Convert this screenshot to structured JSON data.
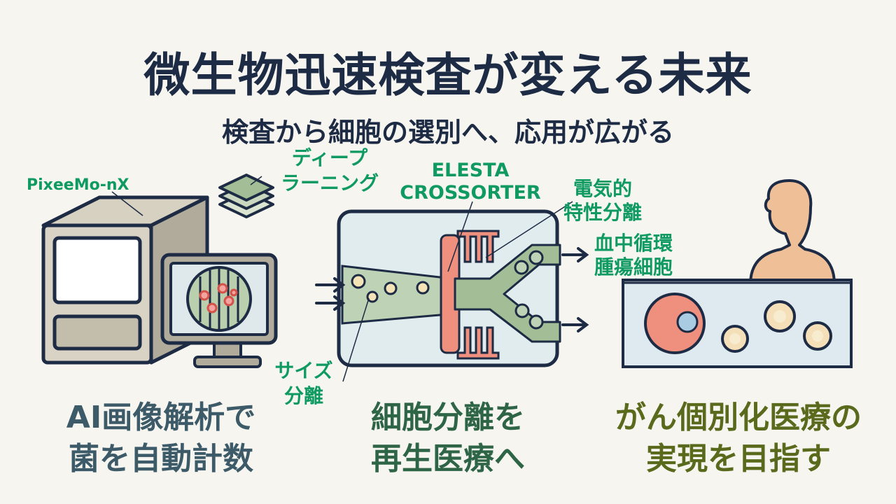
{
  "title": "微生物迅速検査が変える未来",
  "subtitle": "検査から細胞の選別へ、応用が広がる",
  "labels": {
    "pixeemo": "PixeeMo-nX",
    "deep_learning_1": "ディープ",
    "deep_learning_2": "ラーニング",
    "elesta_1": "ELESTA",
    "elesta_2": "CROSSORTER",
    "electric_1": "電気的",
    "electric_2": "特性分離",
    "ctc_1": "血中循環",
    "ctc_2": "腫瘍細胞",
    "size_1": "サイズ",
    "size_2": "分離"
  },
  "captions": {
    "left_1": "AI画像解析で",
    "left_2": "菌を自動計数",
    "middle_1": "細胞分離を",
    "middle_2": "再生医療へ",
    "right_1": "がん個別化医療の",
    "right_2": "実現を目指す"
  },
  "colors": {
    "title": "#1d2b44",
    "label_green": "#0f9a62",
    "caption_left": "#3c5a68",
    "caption_middle": "#2f6547",
    "caption_right": "#5a6a1c",
    "salmon": "#ef8f7e",
    "sage": "#a3bd96",
    "skin": "#efbf98"
  },
  "icons": [
    "analyzer-machine-icon",
    "monitor-icon",
    "layers-icon",
    "microfluidic-chip-icon",
    "person-icon",
    "tumor-cell-icon"
  ]
}
